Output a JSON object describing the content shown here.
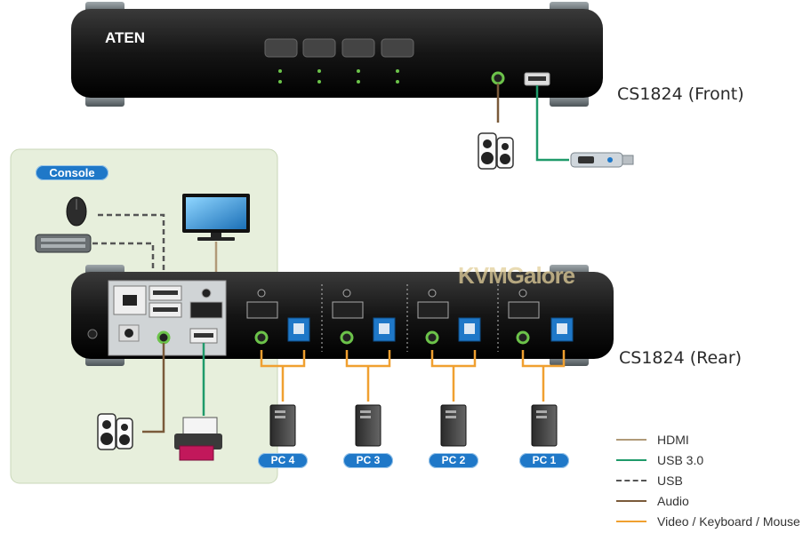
{
  "front": {
    "brand": "ATEN",
    "model_label": "CS1824 (Front)"
  },
  "rear": {
    "model_label": "CS1824 (Rear)"
  },
  "console": {
    "label": "Console"
  },
  "pcs": [
    "PC 4",
    "PC 3",
    "PC 2",
    "PC 1"
  ],
  "watermark": "KVMGalore",
  "legend": [
    {
      "label": "HDMI",
      "color": "#b09a78",
      "style": "solid"
    },
    {
      "label": "USB 3.0",
      "color": "#1f9a6a",
      "style": "solid"
    },
    {
      "label": "USB",
      "color": "#555555",
      "style": "dashed"
    },
    {
      "label": "Audio",
      "color": "#7a5a3a",
      "style": "solid"
    },
    {
      "label": "Video / Keyboard / Mouse",
      "color": "#f0a030",
      "style": "solid"
    }
  ],
  "colors": {
    "device_body": "#1a1a1a",
    "console_panel": "#e7efdc",
    "pill": "#1f78c8"
  }
}
